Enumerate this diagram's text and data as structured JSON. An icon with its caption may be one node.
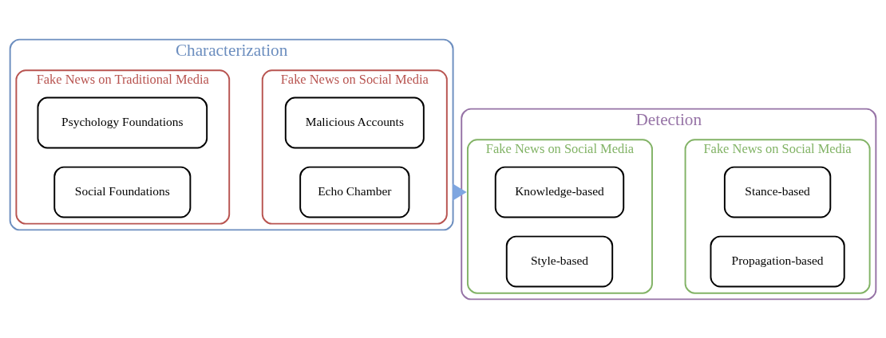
{
  "diagram": {
    "nodes": [
      {
        "text": [
          "Characterization"
        ]
      },
      {
        "text": [
          "Fake News on Traditional Media"
        ],
        "in": 0
      },
      {
        "text": [
          "Psychology Foundations"
        ],
        "in": 1
      },
      {
        "text": [
          "Social Foundations"
        ],
        "in": 1
      },
      {
        "text": [
          "Fake News on Social Media"
        ],
        "in": 0
      },
      {
        "text": [
          "Malicious Accounts"
        ],
        "in": 4
      },
      {
        "text": [
          "Echo Chamber"
        ],
        "in": 4
      },
      {
        "text": [
          "Detection"
        ]
      },
      {
        "text": [
          "Fake News on Social Media"
        ],
        "in": 7
      },
      {
        "text": [
          "Knowledge-based"
        ],
        "in": 8
      },
      {
        "text": [
          "Style-based"
        ],
        "in": 8
      },
      {
        "text": [
          "Fake News on Social Media"
        ],
        "in": 7
      },
      {
        "text": [
          "Stance-based"
        ],
        "in": 11
      },
      {
        "text": [
          "Propagation-based"
        ],
        "in": 11
      }
    ],
    "edges": [
      {
        "from": 0,
        "to": 7,
        "arrow": "to",
        "style": "thick"
      }
    ]
  }
}
